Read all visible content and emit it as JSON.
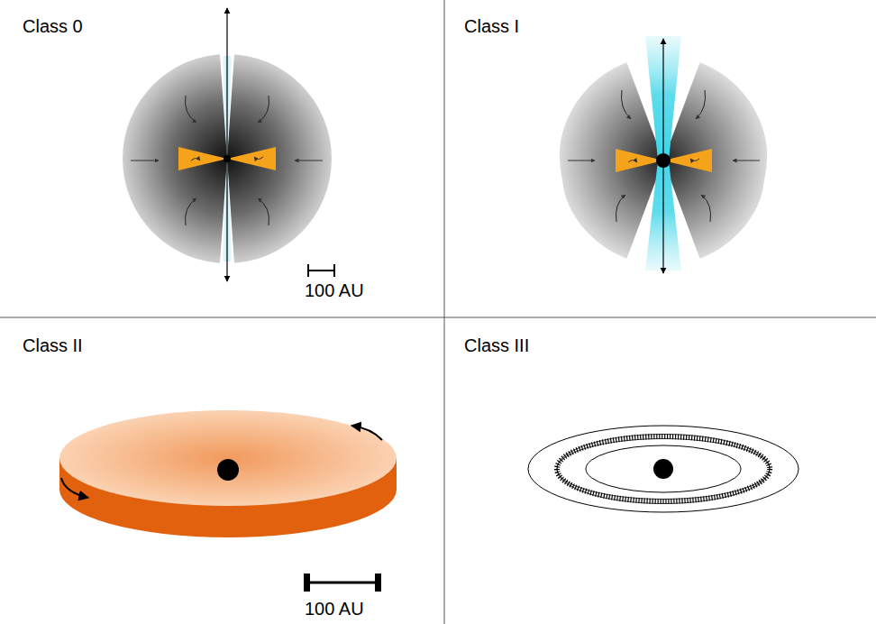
{
  "diagram": {
    "labels": [
      "Class 0",
      "Class I",
      "Class II",
      "Class III",
      "100 AU",
      "100 AU"
    ]
  }
}
